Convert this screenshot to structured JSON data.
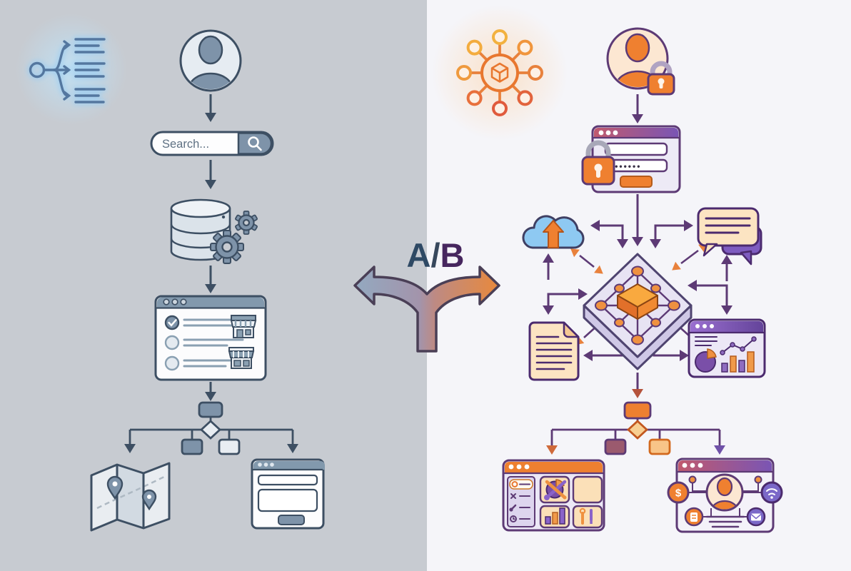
{
  "page": {
    "type": "illustration",
    "title": "A/B user-flow comparison diagram"
  },
  "center": {
    "label_a": "A",
    "separator": "/",
    "label_b": "B",
    "label_color_a": "#2e4964",
    "label_color_b": "#46265e",
    "arrow_left_color": "#93a9c0",
    "arrow_right_color": "#e8893c"
  },
  "left_flow": {
    "theme": {
      "background": "#c7cbd1",
      "line": "#3d4f63",
      "fill": "#7e93a9",
      "glow": "#8fc2ea"
    },
    "branch_icon": "branching-list-icon",
    "user_icon": "user-avatar-icon",
    "search": {
      "placeholder": "Search...",
      "button_icon": "magnifier-icon"
    },
    "database": {
      "icon": "database-icon",
      "gears": 2
    },
    "checklist_window": {
      "rows": 3,
      "checked_rows": 1,
      "store_icons": 2
    },
    "decision": {
      "branches": 2
    },
    "outputs": [
      {
        "icon": "map-icon",
        "pins": 2
      },
      {
        "icon": "form-window-icon",
        "fields": 2,
        "buttons": 1
      }
    ]
  },
  "right_flow": {
    "theme": {
      "background": "#f5f5f9",
      "line": "#5d3a75",
      "accent": "#ef8030",
      "purple": "#7b68c8",
      "peach": "#fbe3c4",
      "blue": "#8ec9f2"
    },
    "hub_icon": {
      "name": "hub-network-icon",
      "spokes": 8
    },
    "user_icon": "user-lock-icon",
    "login_window": {
      "username_value": "",
      "password_value": "•••••••",
      "button": "submit"
    },
    "platform": {
      "icon": "network-platform-icon",
      "nodes": 8,
      "connections": [
        "cloud-upload",
        "chat",
        "document",
        "analytics"
      ]
    },
    "cloud": {
      "icon": "cloud-upload-icon"
    },
    "chat": {
      "icon": "chat-bubbles-icon",
      "lines": 3
    },
    "document": {
      "icon": "document-icon",
      "lines": 6
    },
    "analytics_window": {
      "charts": [
        "pie",
        "bars",
        "line"
      ]
    },
    "decision": {
      "branches": 2
    },
    "outputs": [
      {
        "icon": "dashboard-window-icon",
        "tiles": [
          "pie",
          "crossed-tools",
          "bars",
          "tools"
        ],
        "sidebar_rows": 4
      },
      {
        "icon": "profile-window-icon",
        "badges": [
          "dollar",
          "wifi",
          "clipboard",
          "mail"
        ],
        "dollar_label": "$",
        "text_lines": 3
      }
    ]
  }
}
